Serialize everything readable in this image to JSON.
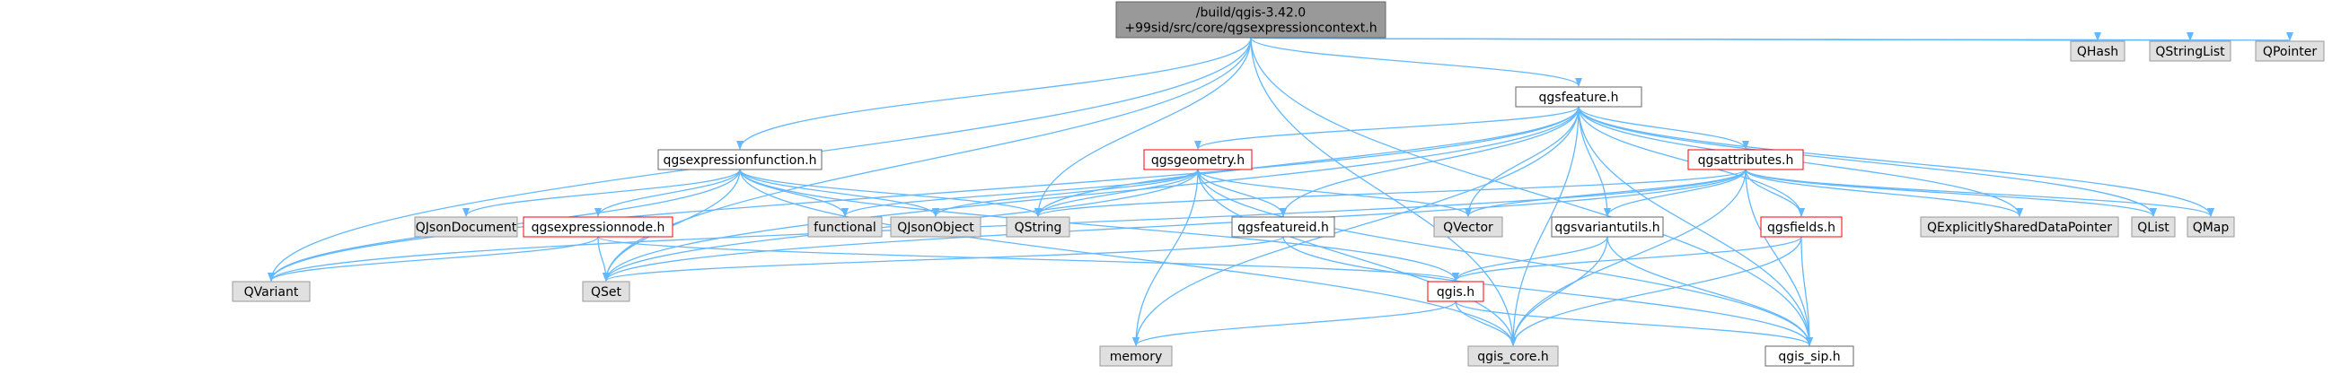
{
  "title": "/build/qgis-3.42.0+99sid/src/core/qgsexpressioncontext.h",
  "colors": {
    "root_fill": "#999999",
    "root_stroke": "#666666",
    "doc_fill": "#ffffff",
    "doc_stroke": "#666666",
    "red_stroke": "#ff0000",
    "ext_fill": "#e0e0e0",
    "ext_stroke": "#999999",
    "edge": "#63b8ff"
  },
  "nodes": [
    {
      "id": "root",
      "lines": [
        "/build/qgis-3.42.0",
        "+99sid/src/core/qgsexpressioncontext.h"
      ],
      "style": "root"
    },
    {
      "id": "qgsfeature",
      "lines": [
        "qgsfeature.h"
      ],
      "style": "doc"
    },
    {
      "id": "qgsexpressionfunction",
      "lines": [
        "qgsexpressionfunction.h"
      ],
      "style": "doc"
    },
    {
      "id": "qgsgeometry",
      "lines": [
        "qgsgeometry.h"
      ],
      "style": "red"
    },
    {
      "id": "qgsattributes",
      "lines": [
        "qgsattributes.h"
      ],
      "style": "red"
    },
    {
      "id": "qgsexpressionnode",
      "lines": [
        "qgsexpressionnode.h"
      ],
      "style": "red"
    },
    {
      "id": "qgsfeatureid",
      "lines": [
        "qgsfeatureid.h"
      ],
      "style": "doc"
    },
    {
      "id": "qgsvariantutils",
      "lines": [
        "qgsvariantutils.h"
      ],
      "style": "doc"
    },
    {
      "id": "qgsfields",
      "lines": [
        "qgsfields.h"
      ],
      "style": "red"
    },
    {
      "id": "qgis",
      "lines": [
        "qgis.h"
      ],
      "style": "red"
    },
    {
      "id": "qgis_sip",
      "lines": [
        "qgis_sip.h"
      ],
      "style": "doc"
    },
    {
      "id": "qgis_core",
      "lines": [
        "qgis_core.h"
      ],
      "style": "ext"
    },
    {
      "id": "memory",
      "lines": [
        "memory"
      ],
      "style": "ext"
    },
    {
      "id": "QVariant",
      "lines": [
        "QVariant"
      ],
      "style": "ext"
    },
    {
      "id": "QSet",
      "lines": [
        "QSet"
      ],
      "style": "ext"
    },
    {
      "id": "QJsonDocument",
      "lines": [
        "QJsonDocument"
      ],
      "style": "ext"
    },
    {
      "id": "functional",
      "lines": [
        "functional"
      ],
      "style": "ext"
    },
    {
      "id": "QJsonObject",
      "lines": [
        "QJsonObject"
      ],
      "style": "ext"
    },
    {
      "id": "QString",
      "lines": [
        "QString"
      ],
      "style": "ext"
    },
    {
      "id": "QVector",
      "lines": [
        "QVector"
      ],
      "style": "ext"
    },
    {
      "id": "QExplicitlySharedDataPointer",
      "lines": [
        "QExplicitlySharedDataPointer"
      ],
      "style": "ext"
    },
    {
      "id": "QList",
      "lines": [
        "QList"
      ],
      "style": "ext"
    },
    {
      "id": "QMap",
      "lines": [
        "QMap"
      ],
      "style": "ext"
    },
    {
      "id": "QHash",
      "lines": [
        "QHash"
      ],
      "style": "ext"
    },
    {
      "id": "QStringList",
      "lines": [
        "QStringList"
      ],
      "style": "ext"
    },
    {
      "id": "QPointer",
      "lines": [
        "QPointer"
      ],
      "style": "ext"
    }
  ],
  "edges": [
    [
      "root",
      "qgsfeature"
    ],
    [
      "root",
      "qgsexpressionfunction"
    ],
    [
      "root",
      "QString"
    ],
    [
      "root",
      "QVariant"
    ],
    [
      "root",
      "QSet"
    ],
    [
      "root",
      "qgis_core"
    ],
    [
      "root",
      "qgis_sip"
    ],
    [
      "root",
      "QHash"
    ],
    [
      "root",
      "QStringList"
    ],
    [
      "root",
      "QPointer"
    ],
    [
      "qgsfeature",
      "qgsgeometry"
    ],
    [
      "qgsfeature",
      "qgsattributes"
    ],
    [
      "qgsfeature",
      "qgsfeatureid"
    ],
    [
      "qgsfeature",
      "qgsvariantutils"
    ],
    [
      "qgsfeature",
      "qgsfields"
    ],
    [
      "qgsfeature",
      "qgis_core"
    ],
    [
      "qgsfeature",
      "qgis_sip"
    ],
    [
      "qgsfeature",
      "QString"
    ],
    [
      "qgsfeature",
      "QVector"
    ],
    [
      "qgsfeature",
      "QExplicitlySharedDataPointer"
    ],
    [
      "qgsfeature",
      "QList"
    ],
    [
      "qgsfeature",
      "QMap"
    ],
    [
      "qgsfeature",
      "QVariant"
    ],
    [
      "qgsfeature",
      "QSet"
    ],
    [
      "qgsfeature",
      "memory"
    ],
    [
      "qgsexpressionfunction",
      "qgsexpressionnode"
    ],
    [
      "qgsexpressionfunction",
      "QJsonDocument"
    ],
    [
      "qgsexpressionfunction",
      "functional"
    ],
    [
      "qgsexpressionfunction",
      "QJsonObject"
    ],
    [
      "qgsexpressionfunction",
      "QString"
    ],
    [
      "qgsexpressionfunction",
      "QVariant"
    ],
    [
      "qgsexpressionfunction",
      "QSet"
    ],
    [
      "qgsexpressionfunction",
      "qgis_core"
    ],
    [
      "qgsexpressionfunction",
      "qgis"
    ],
    [
      "qgsgeometry",
      "functional"
    ],
    [
      "qgsgeometry",
      "QJsonObject"
    ],
    [
      "qgsgeometry",
      "QString"
    ],
    [
      "qgsgeometry",
      "QVector"
    ],
    [
      "qgsgeometry",
      "qgsfeatureid"
    ],
    [
      "qgsgeometry",
      "QSet"
    ],
    [
      "qgsgeometry",
      "qgis_core"
    ],
    [
      "qgsgeometry",
      "qgis_sip"
    ],
    [
      "qgsgeometry",
      "memory"
    ],
    [
      "qgsattributes",
      "qgsvariantutils"
    ],
    [
      "qgsattributes",
      "qgsfields"
    ],
    [
      "qgsattributes",
      "QVector"
    ],
    [
      "qgsattributes",
      "QString"
    ],
    [
      "qgsattributes",
      "QExplicitlySharedDataPointer"
    ],
    [
      "qgsattributes",
      "QList"
    ],
    [
      "qgsattributes",
      "QMap"
    ],
    [
      "qgsattributes",
      "QVariant"
    ],
    [
      "qgsattributes",
      "QSet"
    ],
    [
      "qgsattributes",
      "qgis_core"
    ],
    [
      "qgsattributes",
      "qgis_sip"
    ],
    [
      "qgsexpressionnode",
      "QSet"
    ],
    [
      "qgsexpressionnode",
      "QVariant"
    ],
    [
      "qgsexpressionnode",
      "qgis"
    ],
    [
      "qgsfeatureid",
      "QSet"
    ],
    [
      "qgsfeatureid",
      "qgis_sip"
    ],
    [
      "qgsvariantutils",
      "qgis"
    ],
    [
      "qgsvariantutils",
      "qgis_core"
    ],
    [
      "qgsvariantutils",
      "qgis_sip"
    ],
    [
      "qgsfields",
      "qgis"
    ],
    [
      "qgsfields",
      "qgis_core"
    ],
    [
      "qgsfields",
      "qgis_sip"
    ],
    [
      "qgis",
      "memory"
    ],
    [
      "qgis",
      "qgis_core"
    ],
    [
      "qgis",
      "qgis_sip"
    ]
  ]
}
